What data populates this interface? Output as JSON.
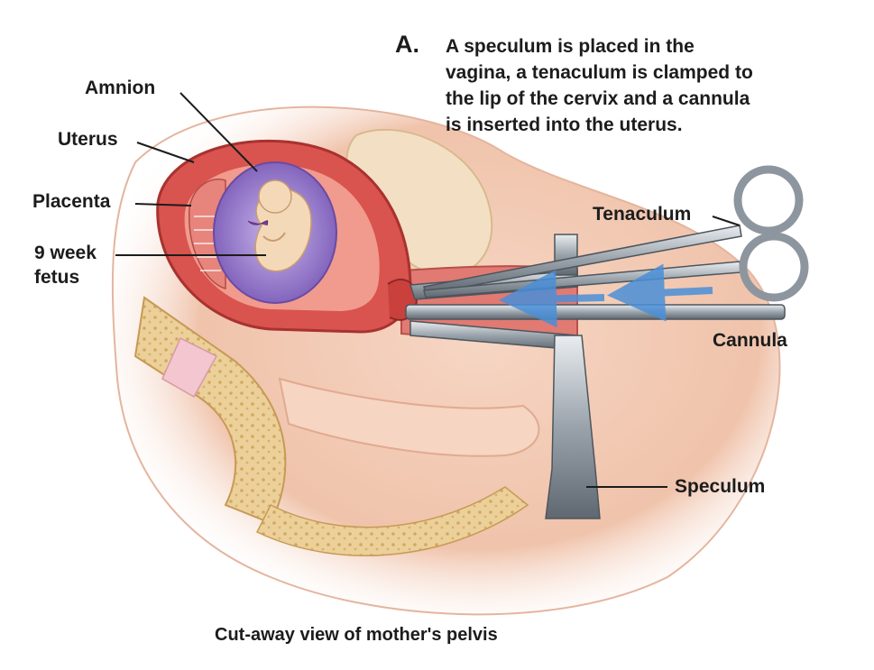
{
  "step": "A.",
  "description_lines": [
    "A speculum is placed in the",
    "vagina, a tenaculum is clamped to",
    "the lip of the cervix and a cannula",
    "is inserted into the uterus."
  ],
  "labels": {
    "amnion": "Amnion",
    "uterus": "Uterus",
    "placenta": "Placenta",
    "fetus_line1": "9 week",
    "fetus_line2": "fetus",
    "tenaculum": "Tenaculum",
    "cannula": "Cannula",
    "speculum": "Speculum"
  },
  "caption": "Cut-away view of mother's pelvis",
  "colors": {
    "uterus_wall": "#d9534f",
    "amniotic_sac": "#8a6cc2",
    "fetus": "#f4d9b8",
    "skin": "#f2c9b2",
    "bone": "#e8c888",
    "instrument": "#9aa3ab",
    "flow_arrow": "#4a8fd8"
  }
}
